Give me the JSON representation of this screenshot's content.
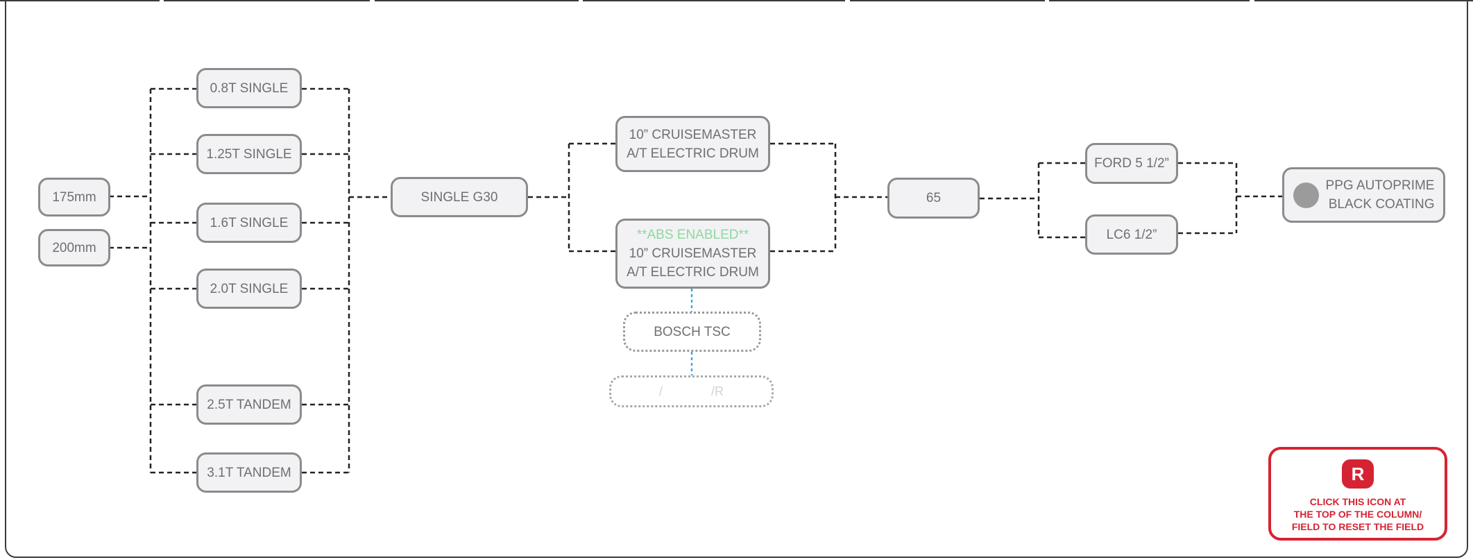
{
  "column_1": {
    "options": [
      "175mm",
      "200mm"
    ]
  },
  "column_2": {
    "options": [
      "0.8T SINGLE",
      "1.25T SINGLE",
      "1.6T SINGLE",
      "2.0T SINGLE",
      "2.5T TANDEM",
      "3.1T TANDEM"
    ]
  },
  "column_3": {
    "options": [
      "SINGLE G30"
    ]
  },
  "column_4": {
    "option_1": {
      "line1": "10” CRUISEMASTER",
      "line2": "A/T ELECTRIC DRUM"
    },
    "option_2": {
      "badge": "**ABS ENABLED**",
      "line1": "10” CRUISEMASTER",
      "line2": "A/T ELECTRIC DRUM"
    },
    "addon": "BOSCH TSC",
    "addon_faint": {
      "left": "/",
      "right": "/R"
    }
  },
  "column_5": {
    "options": [
      "65"
    ]
  },
  "column_6": {
    "options": [
      "FORD 5 1/2”",
      "LC6 1/2”"
    ]
  },
  "column_7": {
    "swatch_color": "#9b9b9b",
    "line1": "PPG AUTOPRIME",
    "line2": "BLACK COATING"
  },
  "reset_hint": {
    "icon": "R",
    "icon_name": "reset-icon",
    "text": [
      "CLICK THIS ICON AT",
      "THE TOP OF THE COLUMN/",
      "FIELD TO RESET THE FIELD"
    ]
  },
  "colors": {
    "connector": "#222222",
    "addon_connector": "#3aa7dd",
    "accent": "#d62333",
    "abs_text": "#8fd89e"
  }
}
